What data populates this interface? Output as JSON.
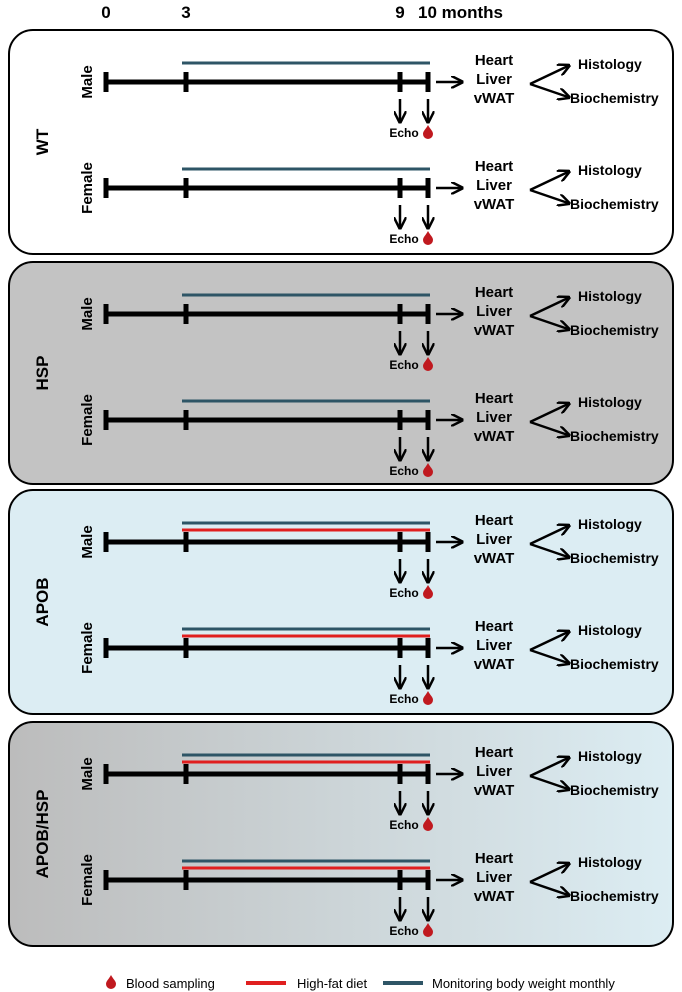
{
  "timeline_ticks": [
    {
      "label": "0"
    },
    {
      "label": "3"
    },
    {
      "label": "9"
    },
    {
      "label": "10 months"
    }
  ],
  "organs": [
    "Heart",
    "Liver",
    "vWAT"
  ],
  "analyses": [
    "Histology",
    "Biochemistry"
  ],
  "echo_label": "Echo",
  "colors": {
    "timeline": "#000000",
    "monitoring_line": "#2e5566",
    "hfd_line": "#e01f1f",
    "blood_drop": "#c0191f",
    "wt_panel": "#ffffff",
    "hsp_panel": "#c3c3c3",
    "apob_panel": "#dcedf3",
    "apobhsp_panel_left": "#bcbcbc",
    "apobhsp_panel_right": "#dcedf3"
  },
  "groups": [
    {
      "name": "WT",
      "fill": "white",
      "high_fat_diet": false,
      "sexes": [
        {
          "label": "Male"
        },
        {
          "label": "Female"
        }
      ]
    },
    {
      "name": "HSP",
      "fill": "gray",
      "high_fat_diet": false,
      "sexes": [
        {
          "label": "Male"
        },
        {
          "label": "Female"
        }
      ]
    },
    {
      "name": "APOB",
      "fill": "blue",
      "high_fat_diet": true,
      "sexes": [
        {
          "label": "Male"
        },
        {
          "label": "Female"
        }
      ]
    },
    {
      "name": "APOB/HSP",
      "fill": "gradient",
      "high_fat_diet": true,
      "sexes": [
        {
          "label": "Male"
        },
        {
          "label": "Female"
        }
      ]
    }
  ],
  "legend": [
    {
      "label": "Blood sampling",
      "kind": "drop"
    },
    {
      "label": "High-fat diet",
      "kind": "hfd"
    },
    {
      "label": "Monitoring body weight monthly",
      "kind": "monitor"
    }
  ]
}
